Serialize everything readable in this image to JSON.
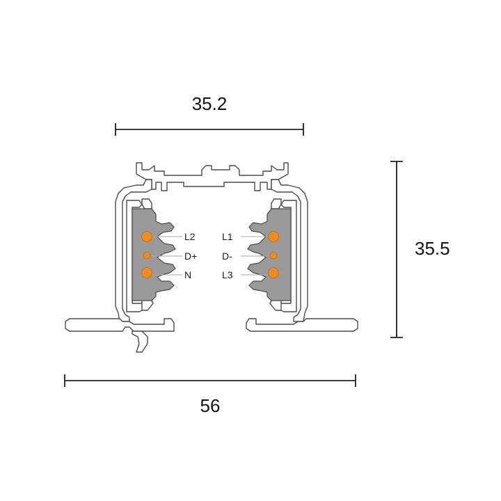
{
  "dimensions": {
    "top_width": "35.2",
    "height": "35.5",
    "bottom_width": "56"
  },
  "left_labels": {
    "l2": "L2",
    "d_plus": "D+",
    "n": "N"
  },
  "right_labels": {
    "l1": "L1",
    "d_minus": "D-",
    "l3": "L3"
  },
  "colors": {
    "conductor": "#f08b1f",
    "insulator": "#9a9a9c",
    "outline": "#4a4a4a",
    "dimension_line": "#000000"
  }
}
